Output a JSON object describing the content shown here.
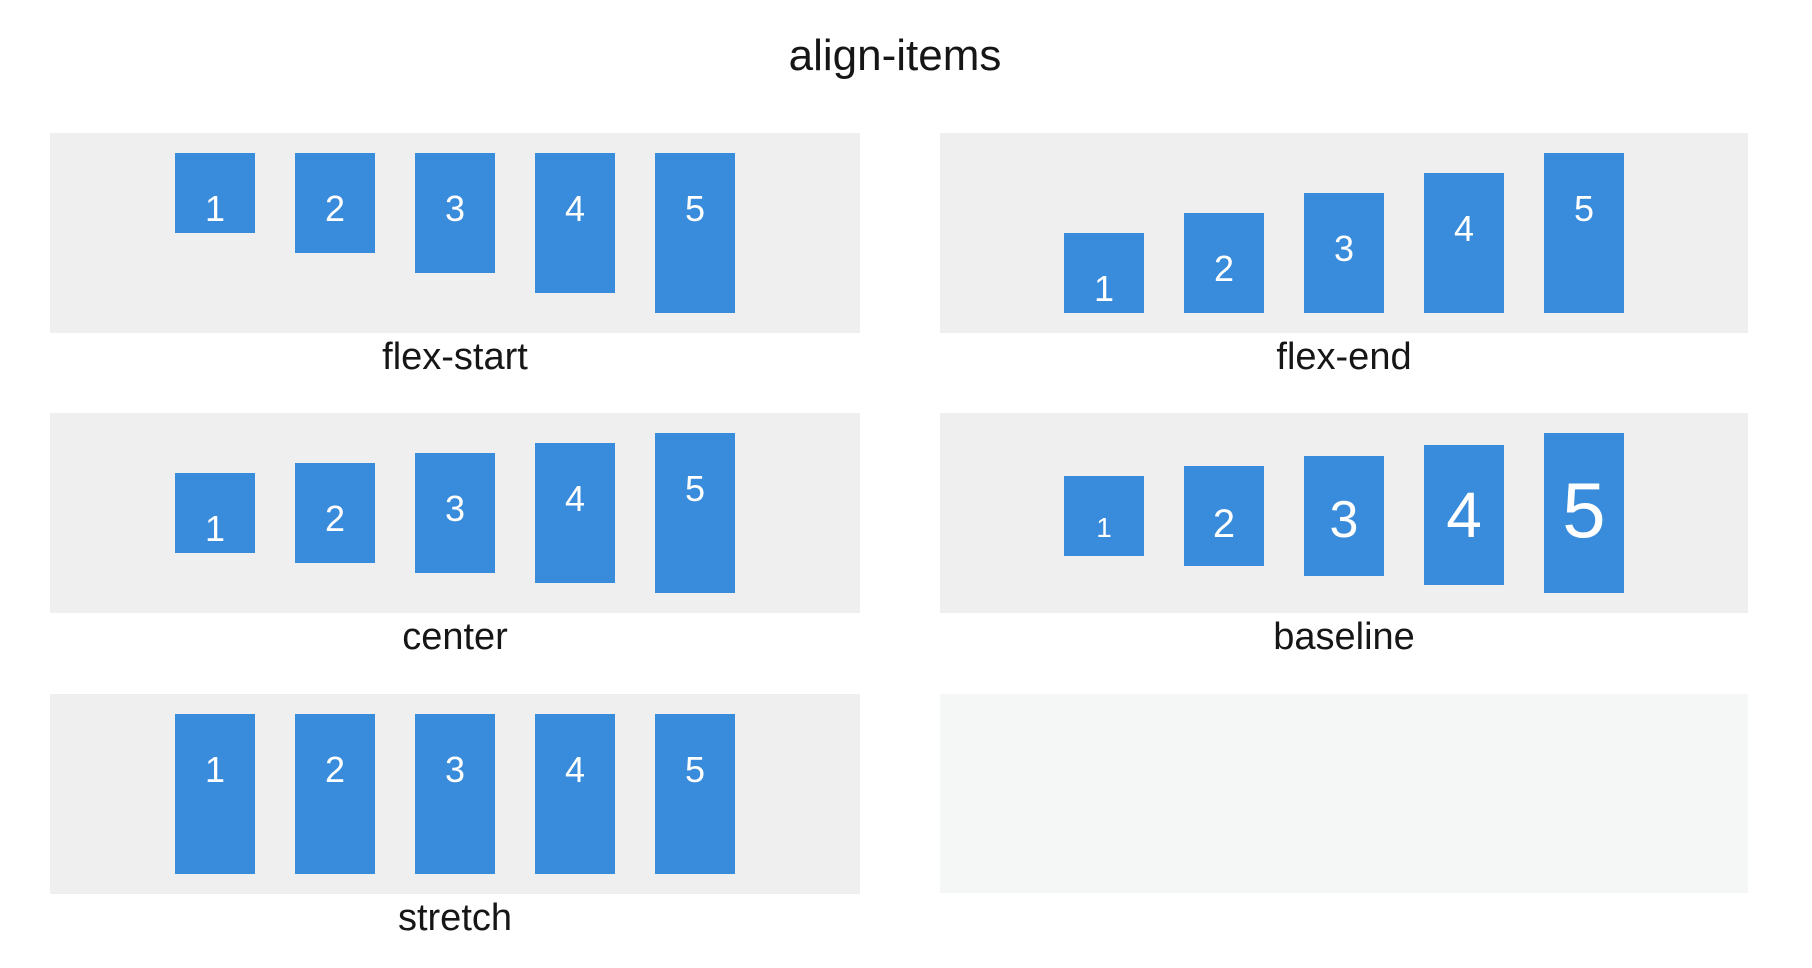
{
  "title": "align-items",
  "colors": {
    "page_bg": "#ffffff",
    "panel_bg": "#efefef",
    "empty_panel_bg": "#f5f6f6",
    "item_blue": "#398bdb",
    "item_text": "#ffffff",
    "label_text": "#161616"
  },
  "panels": [
    {
      "label": "flex-start",
      "items": [
        "1",
        "2",
        "3",
        "4",
        "5"
      ]
    },
    {
      "label": "flex-end",
      "items": [
        "1",
        "2",
        "3",
        "4",
        "5"
      ]
    },
    {
      "label": "center",
      "items": [
        "1",
        "2",
        "3",
        "4",
        "5"
      ]
    },
    {
      "label": "baseline",
      "items": [
        "1",
        "2",
        "3",
        "4",
        "5"
      ]
    },
    {
      "label": "stretch",
      "items": [
        "1",
        "2",
        "3",
        "4",
        "5"
      ]
    },
    {
      "label": "",
      "items": []
    }
  ]
}
